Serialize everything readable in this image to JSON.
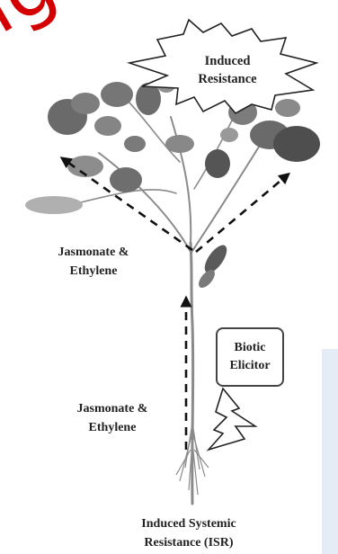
{
  "labels": {
    "induced_resistance": [
      "Induced",
      "Resistance"
    ],
    "upper_signal": [
      "Jasmonate &",
      "Ethylene"
    ],
    "lower_signal": [
      "Jasmonate &",
      "Ethylene"
    ],
    "elicitor": [
      "Biotic",
      "Elicitor"
    ],
    "caption": [
      "Induced Systemic",
      "Resistance (ISR)"
    ]
  },
  "watermark": "ight",
  "colors": {
    "stem": "#8a8a8a",
    "leaf_dark": "#5e5e5e",
    "leaf_mid": "#858585",
    "leaf_light": "#a9a9a9",
    "arrow": "#111111",
    "watermark": "#d40000",
    "panel": "#e6ecf6"
  }
}
